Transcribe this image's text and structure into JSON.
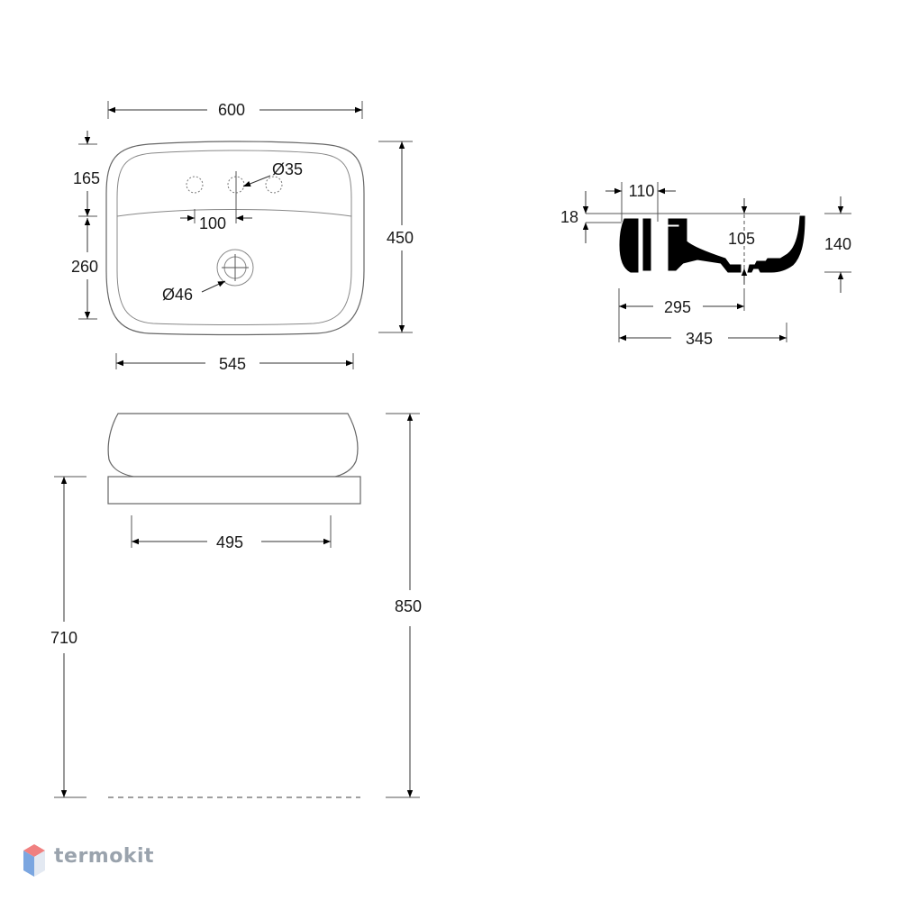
{
  "dimensions": {
    "top_width": "600",
    "hole_dist_top": "165",
    "tap_hole_dia": "Ø35",
    "hole_spacing": "100",
    "height_top_view": "450",
    "lower_dist": "260",
    "drain_dia": "Ø46",
    "inner_width": "545",
    "base_width": "495",
    "mount_height": "710",
    "total_height": "850",
    "section_width_110": "110",
    "rim_18": "18",
    "depth_105": "105",
    "height_140": "140",
    "section_295": "295",
    "section_345": "345"
  },
  "brand": {
    "name": "termokit",
    "colors": {
      "top": "#f07a7a",
      "left": "#7aa7e0",
      "right": "#e0e6ef"
    }
  }
}
